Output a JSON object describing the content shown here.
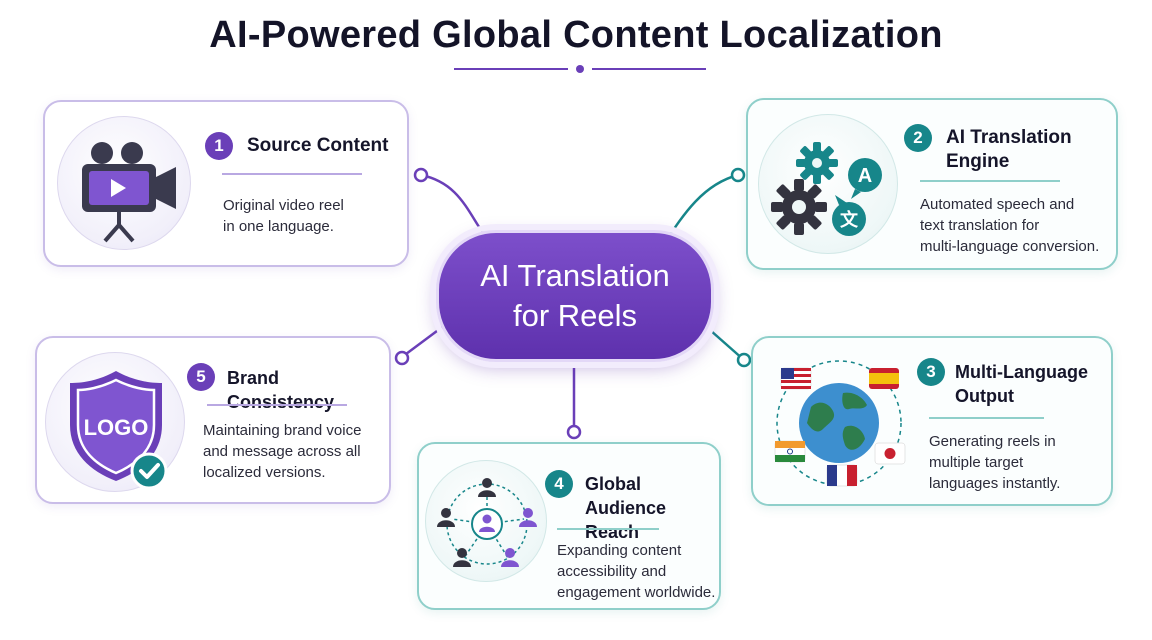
{
  "title": "AI-Powered Global Content Localization",
  "hub": {
    "line1": "AI Translation",
    "line2": "for Reels"
  },
  "steps": [
    {
      "number": "1",
      "title": "Source Content",
      "desc": [
        "Original video reel",
        "in one language."
      ],
      "icon": "video-camera-icon"
    },
    {
      "number": "2",
      "title_lines": [
        "AI Translation",
        "Engine"
      ],
      "desc": [
        "Automated speech and",
        "text translation for",
        "multi-language conversion."
      ],
      "icon": "gears-translate-icon",
      "glyphs": {
        "latin": "A",
        "cjk": "文"
      }
    },
    {
      "number": "3",
      "title_lines": [
        "Multi-Language",
        "Output"
      ],
      "desc": [
        "Generating reels in",
        "multiple target",
        "languages instantly."
      ],
      "icon": "globe-flags-icon"
    },
    {
      "number": "4",
      "title_lines": [
        "Global Audience",
        "Reach"
      ],
      "desc": [
        "Expanding content",
        "accessibility and",
        "engagement worldwide."
      ],
      "icon": "audience-network-icon"
    },
    {
      "number": "5",
      "title": "Brand Consistency",
      "desc": [
        "Maintaining brand voice",
        "and message across all",
        "localized versions."
      ],
      "icon": "logo-shield-icon",
      "logo_text": "LOGO"
    }
  ],
  "colors": {
    "purple": "#6a3fb8",
    "teal": "#17868a",
    "hub": "#6b3dbb"
  }
}
